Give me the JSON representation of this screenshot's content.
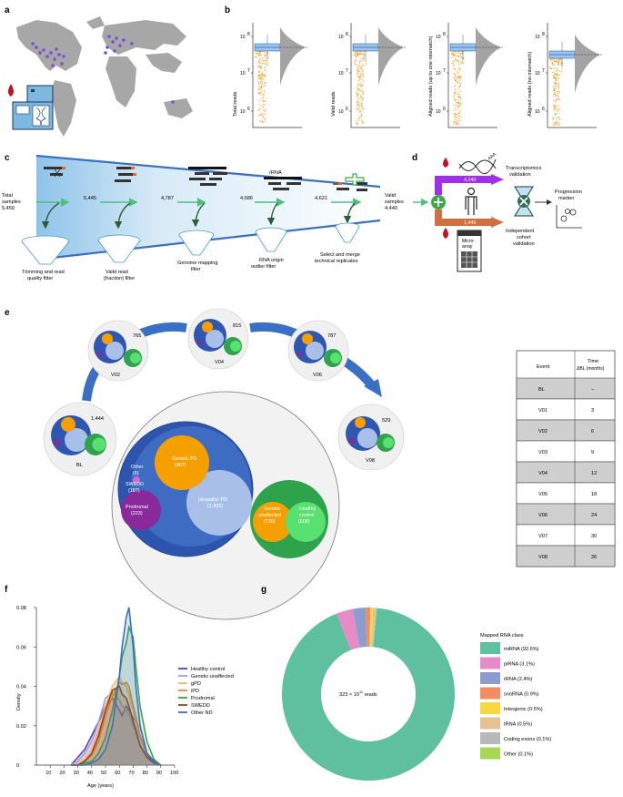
{
  "panel_labels": {
    "a": "a",
    "b": "b",
    "c": "c",
    "d": "d",
    "e": "e",
    "f": "f",
    "g": "g"
  },
  "b": {
    "ylabels": [
      "Total reads",
      "Valid reads",
      "Aligned reads (up to one mismatch)",
      "Aligned reads (no mismatch)"
    ],
    "ticks": [
      "10",
      "10",
      "10"
    ],
    "tick_exp": [
      "8",
      "7",
      "6"
    ]
  },
  "c": {
    "start_label": [
      "Total",
      "samples",
      "5,450"
    ],
    "counts": [
      "5,445",
      "4,787",
      "4,686",
      "4,621"
    ],
    "end_label": [
      "Valid",
      "samples",
      "4,440"
    ],
    "rrna": "rRNA",
    "filters": [
      [
        "Trimming and read",
        "quality filter"
      ],
      [
        "Valid read",
        "(fraction) filter"
      ],
      [
        "Genome mapping",
        "filter"
      ],
      [
        "RNA origin",
        "outlier filter"
      ],
      [
        "Select and merge",
        "technical replicates"
      ]
    ]
  },
  "d": {
    "top_count": "4,240",
    "bottom_count": "1,440",
    "top_label": [
      "Transcriptomics",
      "validation"
    ],
    "bottom_label": [
      "Independent",
      "cohort",
      "validation"
    ],
    "micro": [
      "Micro-",
      "array"
    ],
    "progression": [
      "Progression",
      "marker"
    ],
    "aaa": "AAA"
  },
  "e": {
    "visits": [
      {
        "name": "BL",
        "count": "1,444"
      },
      {
        "name": "V02",
        "count": "765"
      },
      {
        "name": "V04",
        "count": "815"
      },
      {
        "name": "V06",
        "count": "787"
      },
      {
        "name": "V08",
        "count": "529"
      }
    ],
    "groups": {
      "genetic_pd": [
        "Genetic PD",
        "(907)"
      ],
      "idiopathic_pd": [
        "Idiopathic PD",
        "(1,430)"
      ],
      "other": [
        "Other",
        "(6)"
      ],
      "swedd": [
        "SWEDD",
        "(187)"
      ],
      "prodromal": [
        "Prodromal",
        "(223)"
      ],
      "genetic_unaffected": [
        "Genetic",
        "unaffected",
        "(730)"
      ],
      "healthy_control": [
        "Healthy",
        "control",
        "(608)"
      ]
    },
    "table": {
      "header_event": "Event",
      "header_time": [
        "Time",
        "ΔBL (months)"
      ],
      "rows": [
        [
          "BL",
          "–"
        ],
        [
          "V01",
          "3"
        ],
        [
          "V02",
          "6"
        ],
        [
          "V03",
          "9"
        ],
        [
          "V04",
          "12"
        ],
        [
          "V05",
          "18"
        ],
        [
          "V06",
          "24"
        ],
        [
          "V07",
          "30"
        ],
        [
          "V08",
          "36"
        ]
      ]
    }
  },
  "f": {
    "ylabel": "Density",
    "xlabel": "Age (years)",
    "yticks": [
      "0",
      "0.02",
      "0.04",
      "0.06",
      "0.08"
    ],
    "xticks": [
      "10",
      "20",
      "30",
      "40",
      "50",
      "60",
      "70",
      "80",
      "90",
      "100"
    ],
    "legend": [
      {
        "name": "Healthy control",
        "color": "#5b3fb5"
      },
      {
        "name": "Genetic unaffected",
        "color": "#a89ce0"
      },
      {
        "name": "gPD",
        "color": "#f7b66a"
      },
      {
        "name": "iPD",
        "color": "#e8893a"
      },
      {
        "name": "Prodromal",
        "color": "#3da84a"
      },
      {
        "name": "SWEDD",
        "color": "#8b4a1c"
      },
      {
        "name": "Other ND",
        "color": "#3a6fc4"
      }
    ]
  },
  "g": {
    "center": "323 × 10",
    "center_exp": "11",
    "center_suffix": " reads",
    "legend_title": "Mapped RNA class",
    "legend": [
      {
        "name": "miRNA (92.6%)",
        "color": "#5fc0a0"
      },
      {
        "name": "piRNA (3.1%)",
        "color": "#e68ac8"
      },
      {
        "name": "rRNA (2.4%)",
        "color": "#8c9ccf"
      },
      {
        "name": "snoRNA (0.9%)",
        "color": "#f28d62"
      },
      {
        "name": "Intergenic (0.5%)",
        "color": "#f5d842"
      },
      {
        "name": "tRNA (0.5%)",
        "color": "#e5c193"
      },
      {
        "name": "Coding exons (0.1%)",
        "color": "#b8b8b8"
      },
      {
        "name": "Other (0.1%)",
        "color": "#a6d854"
      }
    ]
  },
  "chart_data": [
    {
      "type": "pie",
      "categories": [
        "miRNA",
        "piRNA",
        "rRNA",
        "snoRNA",
        "Intergenic",
        "tRNA",
        "Coding exons",
        "Other"
      ],
      "values": [
        92.6,
        3.1,
        2.4,
        0.9,
        0.5,
        0.5,
        0.1,
        0.1
      ],
      "title": "Mapped RNA class"
    },
    {
      "type": "line",
      "xlabel": "Age (years)",
      "ylabel": "Density",
      "xlim": [
        0,
        100
      ],
      "ylim": [
        0,
        0.08
      ],
      "x": [
        25,
        30,
        35,
        40,
        45,
        50,
        55,
        60,
        62,
        65,
        67,
        70,
        72,
        75,
        80,
        85,
        90
      ],
      "series": [
        {
          "name": "Healthy control",
          "values": [
            0.0,
            0.004,
            0.008,
            0.015,
            0.022,
            0.03,
            0.034,
            0.028,
            0.025,
            0.03,
            0.028,
            0.024,
            0.022,
            0.015,
            0.006,
            0.002,
            0.0
          ]
        },
        {
          "name": "Genetic unaffected",
          "values": [
            0.0,
            0.002,
            0.006,
            0.012,
            0.022,
            0.034,
            0.037,
            0.033,
            0.03,
            0.028,
            0.026,
            0.02,
            0.016,
            0.01,
            0.004,
            0.001,
            0.0
          ]
        },
        {
          "name": "gPD",
          "values": [
            0.0,
            0.001,
            0.003,
            0.008,
            0.018,
            0.03,
            0.04,
            0.045,
            0.042,
            0.04,
            0.036,
            0.028,
            0.022,
            0.014,
            0.005,
            0.001,
            0.0
          ]
        },
        {
          "name": "iPD",
          "values": [
            0.0,
            0.0,
            0.002,
            0.005,
            0.012,
            0.025,
            0.035,
            0.042,
            0.041,
            0.042,
            0.04,
            0.03,
            0.025,
            0.015,
            0.005,
            0.001,
            0.0
          ]
        },
        {
          "name": "Prodromal",
          "values": [
            0.0,
            0.0,
            0.001,
            0.002,
            0.006,
            0.014,
            0.028,
            0.045,
            0.055,
            0.062,
            0.07,
            0.065,
            0.05,
            0.03,
            0.012,
            0.003,
            0.0
          ]
        },
        {
          "name": "SWEDD",
          "values": [
            0.0,
            0.0,
            0.002,
            0.006,
            0.015,
            0.028,
            0.038,
            0.04,
            0.036,
            0.034,
            0.03,
            0.022,
            0.018,
            0.01,
            0.004,
            0.001,
            0.0
          ]
        },
        {
          "name": "Other ND",
          "values": [
            0.0,
            0.0,
            0.0,
            0.001,
            0.003,
            0.008,
            0.02,
            0.045,
            0.06,
            0.075,
            0.08,
            0.06,
            0.04,
            0.02,
            0.006,
            0.001,
            0.0
          ]
        }
      ]
    }
  ]
}
